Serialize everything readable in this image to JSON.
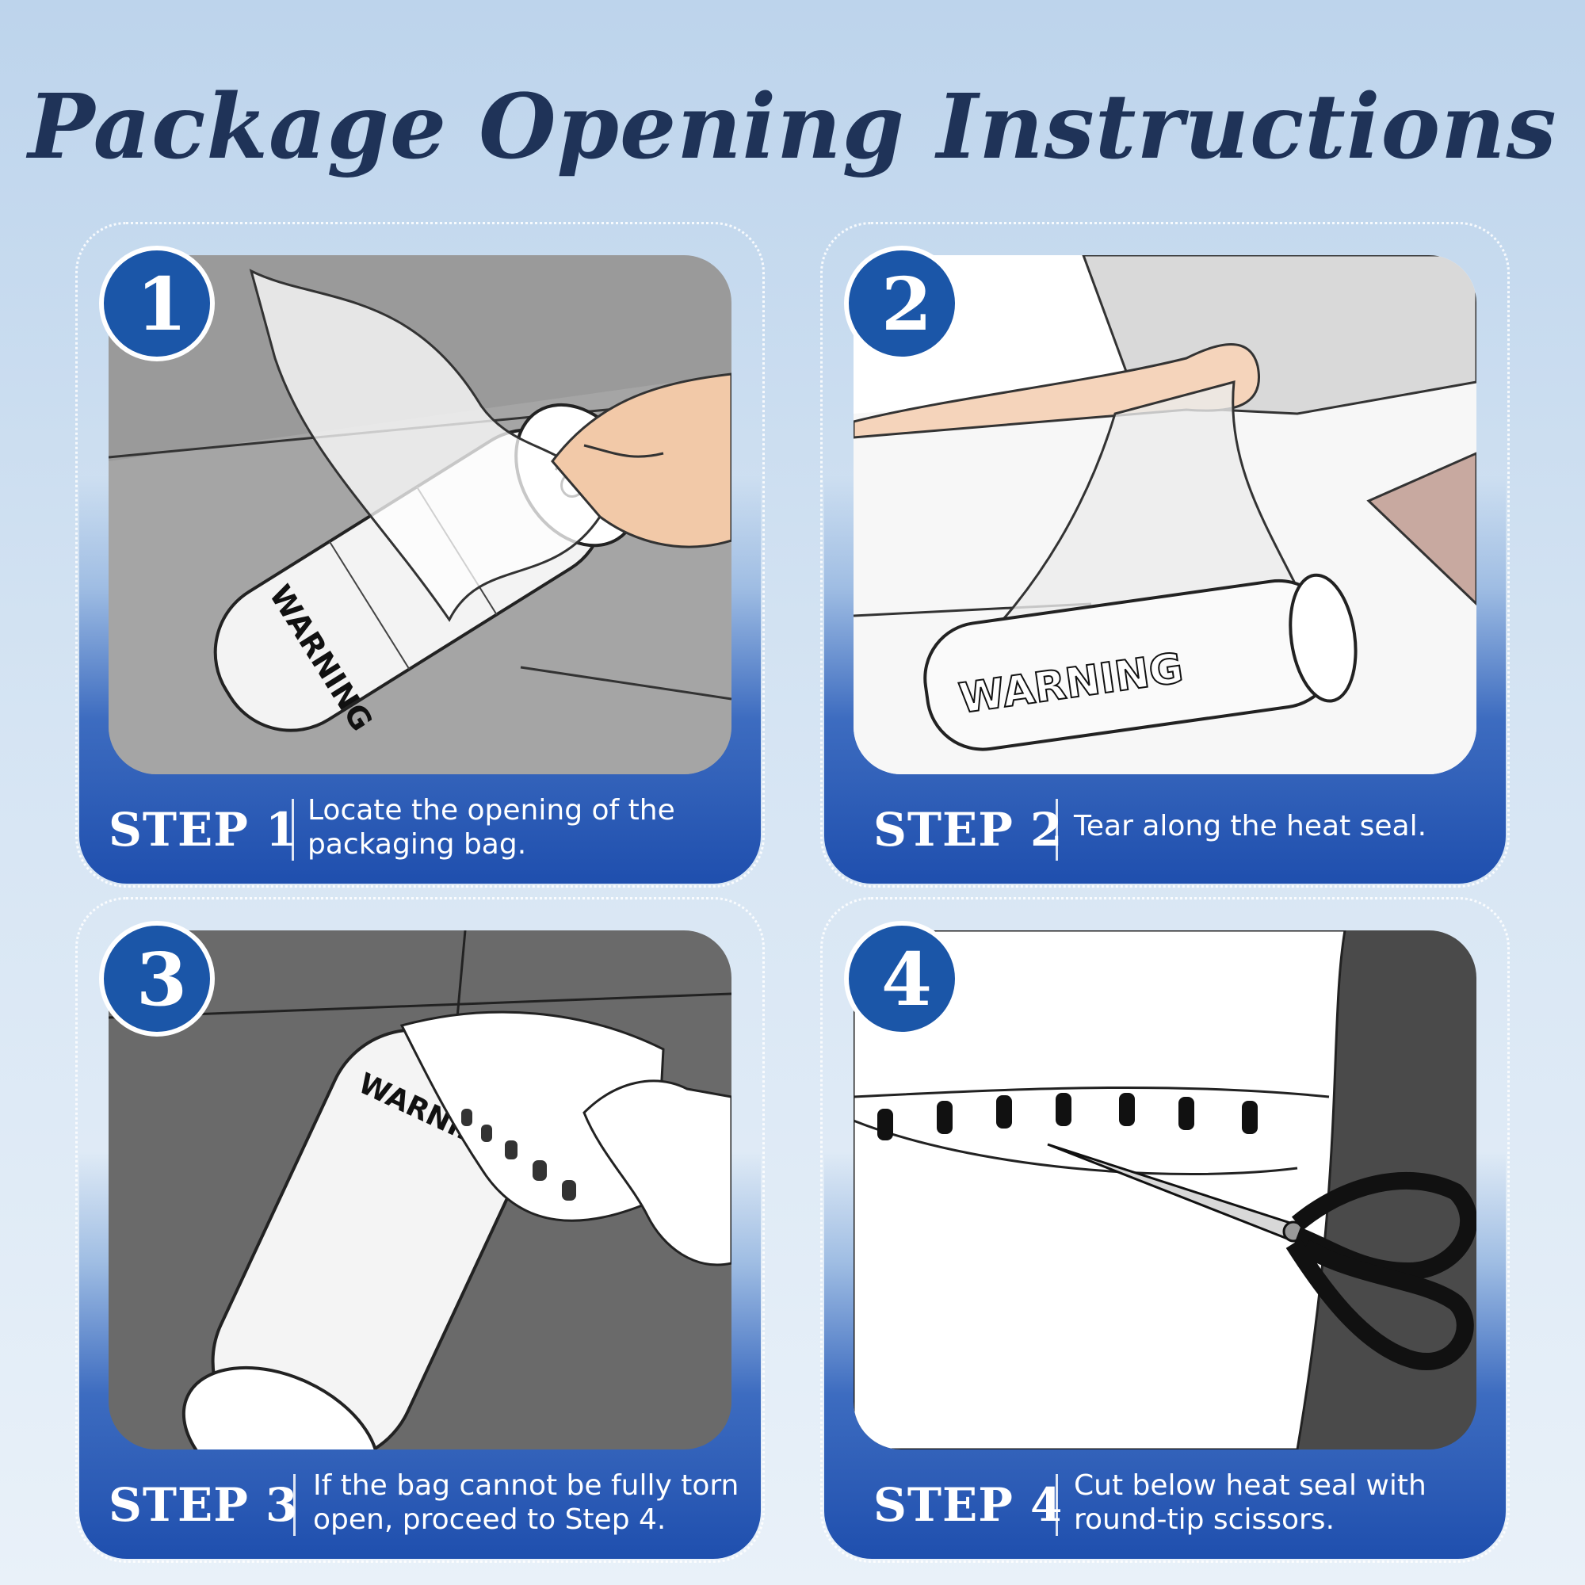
{
  "title": "Package Opening Instructions",
  "colors": {
    "title": "#1f3358",
    "badge": "#1b56a8",
    "card_bottom": "#1f4fae",
    "background": "#d5e4f3"
  },
  "steps": [
    {
      "number": "1",
      "label": "STEP 1",
      "text": "Locate the opening of the packaging bag.",
      "bag_text": "WARNING"
    },
    {
      "number": "2",
      "label": "STEP 2",
      "text": "Tear along the heat seal.",
      "bag_text": "WARNING"
    },
    {
      "number": "3",
      "label": "STEP 3",
      "text": "If the bag cannot be fully torn open, proceed to Step 4.",
      "bag_text": "WARNING"
    },
    {
      "number": "4",
      "label": "STEP 4",
      "text": "Cut below heat seal with round-tip scissors."
    }
  ]
}
